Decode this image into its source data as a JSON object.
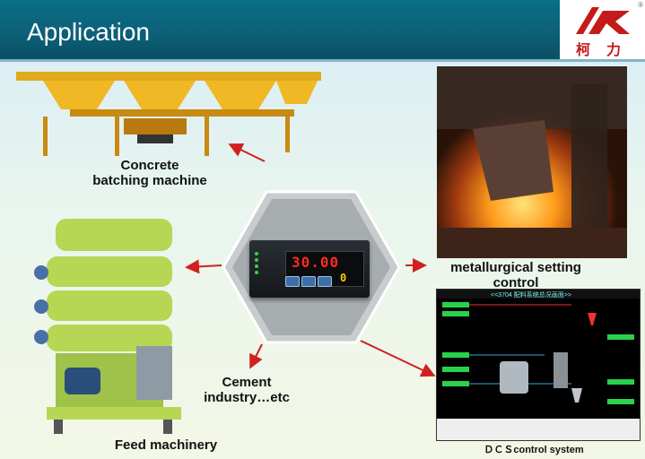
{
  "header": {
    "title": "Application"
  },
  "logo": {
    "chars": "柯力",
    "mark": "®"
  },
  "labels": {
    "concrete_line1": "Concrete",
    "concrete_line2": "batching machine",
    "metallurgical_line1": "metallurgical setting",
    "metallurgical_line2": "control",
    "cement_line1": "Cement",
    "cement_line2": "industry…etc",
    "feed": "Feed machinery",
    "dcs": "ＤＣＳcontrol system"
  },
  "indicator": {
    "display": "30.00",
    "sub_display": "0"
  },
  "scada": {
    "title": "<<3704 配料系统总况画面>>"
  },
  "colors": {
    "header": "#0c5f77",
    "arrow": "#d12020",
    "accent_red": "#c41a1a"
  }
}
